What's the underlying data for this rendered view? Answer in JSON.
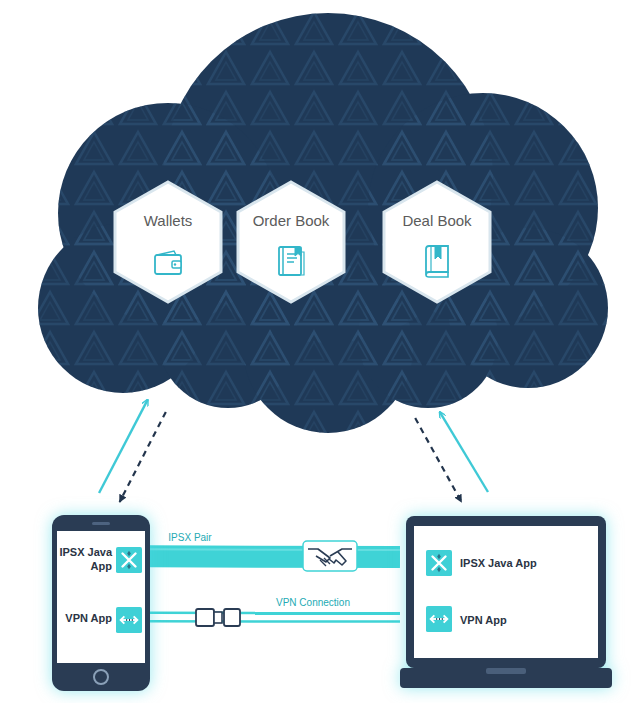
{
  "diagram": {
    "nodes": [
      {
        "text": []
      },
      {
        "text": [
          "Wallets"
        ],
        "in": 0
      },
      {
        "text": [
          "Order Book"
        ],
        "in": 0
      },
      {
        "text": [
          "Deal Book"
        ],
        "in": 0
      },
      {
        "text": [
          "IPSX Java App",
          "VPN App"
        ]
      },
      {
        "text": [
          "IPSX Java App",
          "VPN App"
        ]
      }
    ],
    "edges": [
      {
        "from": 4,
        "to": 0,
        "arrow": "to"
      },
      {
        "from": 0,
        "to": 4,
        "arrow": "to"
      },
      {
        "from": 5,
        "to": 0,
        "arrow": "to"
      },
      {
        "from": 0,
        "to": 5,
        "arrow": "to"
      },
      {
        "from": 4,
        "to": 5,
        "label": "IPSX Pair",
        "arrow": "none"
      },
      {
        "from": 4,
        "to": 5,
        "label": "VPN Connection",
        "arrow": "none"
      }
    ]
  }
}
